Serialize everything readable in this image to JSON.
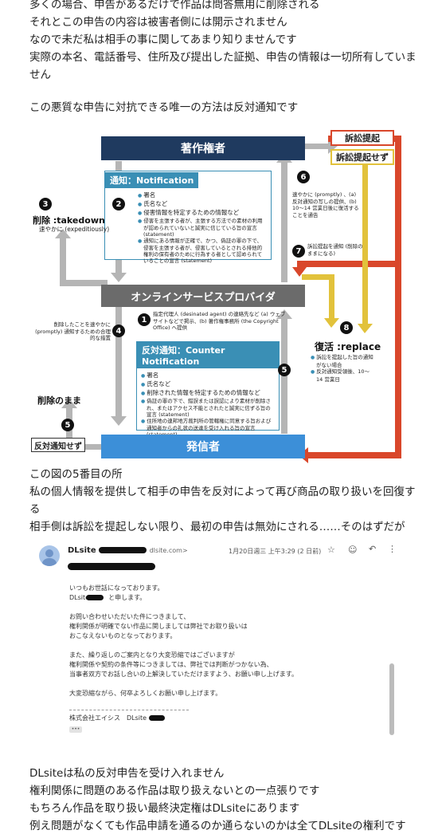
{
  "intro_lines": [
    "多くの場合、申告があるだけで作品は問答無用に削除される",
    "それとこの申告の内容は被害者側には開示されません",
    "なので未だ私は相手の事に関してあまり知りませんです",
    "実際の本名、電話番号、住所及び提出した証拠、申告の情報は一切所有していま",
    "せん"
  ],
  "key_sentence": "この悪質な申告に対抗できる唯一の方法は反対通知です",
  "diagram": {
    "copyright_holder": "著作権者",
    "lawsuit_filed": "訴訟提起",
    "lawsuit_not_filed": "訴訟提起せず",
    "notification_title": "通知：Notification",
    "notification_items": [
      "署名",
      "氏名など",
      "侵害情報を特定するための情報など",
      "侵害を主張する者が、主張する方法での素材の利用が認められていないと誠実に信じている旨の宣言 (statement)",
      "通知にある情報が正確で、かつ、偽証の罪の下で、侵害を主張する者が、侵害しているとされる排他的権利の保有者のために行為する者として認められていることの宣言 (statement)"
    ],
    "num1": "1",
    "num2": "2",
    "num3": "3",
    "num4": "4",
    "num5": "5",
    "num6": "6",
    "num7": "7",
    "num8": "8",
    "takedown_title": "削除 :takedown",
    "takedown_sub": "速やかに (expeditiously)",
    "provider": "オンラインサービスプロバイダ",
    "step6_text": "速やかに (promptly) 、(a) 反対通知の写しの提供、(b) 10〜14 営業日後に復活することを通告",
    "step7_text": "訴訟提起を通知 (削除のままになる)",
    "step1_text": "指定代理人 (desinated agent) の連絡先など (a) ウェブサイトなどで掲示、(b) 著作権事務所 (the Copyright Office) へ提供",
    "step4_text": "削除したことを速やかに (promptly) 通知するための合理的な措置",
    "counter_title": "反対通知：Counter Notification",
    "counter_items": [
      "署名",
      "氏名など",
      "削除された情報を特定するための情報など",
      "偽証の罪の下で、錯誤または誤認により素材が削除され、またはアクセス不能とされたと誠実に信ずる旨の宣言 (statement)",
      "住所地の連邦地方裁判所の管轄権に同意する旨および通知者からの礼状の送達を受け入れる旨の宣言 (statement)"
    ],
    "replace_title": "復活 :replace",
    "replace_items": [
      "訴訟を提起した旨の通知がない場合",
      "反対通知受領後、10〜14 営業日"
    ],
    "remain_deleted": "削除のまま",
    "no_counter": "反対通知せず",
    "sender": "発信者"
  },
  "mid_lines": [
    "この図の5番目の所",
    "私の個人情報を提供して相手の申告を反対によって再び商品の取り扱いを回復す",
    "る",
    "相手側は訴訟を提起しない限り、最初の申告は無効にされる……そのはずだが"
  ],
  "email": {
    "sender_prefix": "DLsite",
    "sender_domain": "dlsite.com>",
    "date": "1月20日週三 上午3:29 (2 日前)",
    "body_lines": [
      "いつもお世話になっております。",
      "DLsiteの　　と申します。",
      "",
      "お問い合わせいただいた件につきまして、",
      "権利関係が明確でない作品に関しましては弊社でお取り扱いは",
      "おこなえないものとなっております。",
      "",
      "また、繰り返しのご案内となり大変恐縮ではございますが",
      "権利関係や契約の条件等につきましては、弊社では判断がつかない為、",
      "当事者双方でお話し合いの上解決していただけますよう、お願い申し上げます。",
      "",
      "大変恐縮ながら、何卒よろしくお願い申し上げます。"
    ],
    "signature": "株式会社エイシス　DLsite"
  },
  "outro_lines": [
    "DLsiteは私の反対申告を受け入れません",
    "権利関係に問題のある作品は取り扱えないとの一点張りです",
    "もちろん作品を取り扱い最終決定権はDLsiteにあります",
    "例え問題がなくても作品申請を通るのか通らないのかは全てDLsiteの権利です"
  ]
}
